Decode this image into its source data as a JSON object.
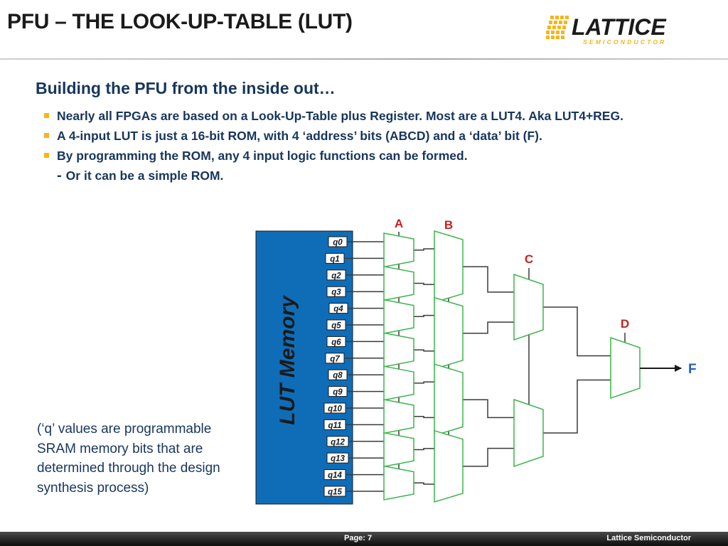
{
  "slide": {
    "title": "PFU – THE LOOK-UP-TABLE (LUT)",
    "subtitle": "Building the PFU from the inside out…",
    "bullets": [
      "Nearly all FPGAs are based on a Look-Up-Table plus Register.  Most are a LUT4.  Aka LUT4+REG.",
      "A 4-input LUT is just a 16-bit ROM, with 4 ‘address’ bits (ABCD) and a ‘data’ bit (F).",
      "By programming the ROM, any 4 input logic functions can be formed."
    ],
    "sub_bullet": {
      "dash": "-",
      "text": "Or it can be a simple ROM."
    },
    "note": "(‘q’ values are programmable SRAM memory bits that are determined through the design synthesis process)"
  },
  "logo": {
    "word": "LATTICE",
    "tagline": "SEMICONDUCTOR"
  },
  "diagram": {
    "memory_label": "LUT Memory",
    "q_labels": [
      "q0",
      "q1",
      "q2",
      "q3",
      "q4",
      "q5",
      "q6",
      "q7",
      "q8",
      "q9",
      "q10",
      "q11",
      "q12",
      "q13",
      "q14",
      "q15"
    ],
    "select_labels": {
      "a": "A",
      "b": "B",
      "c": "C",
      "d": "D"
    },
    "output_label": "F"
  },
  "footer": {
    "page": "Page: 7",
    "company": "Lattice Semiconductor"
  },
  "colors": {
    "title": "#1a1a1a",
    "text": "#17365d",
    "bullet": "#f6b519",
    "memory_block": "#0f6db8",
    "mux": "#3cb54a",
    "signal_label": "#cc1f1f",
    "output_label": "#1f5fc8",
    "logo_gold": "#f6b519"
  }
}
